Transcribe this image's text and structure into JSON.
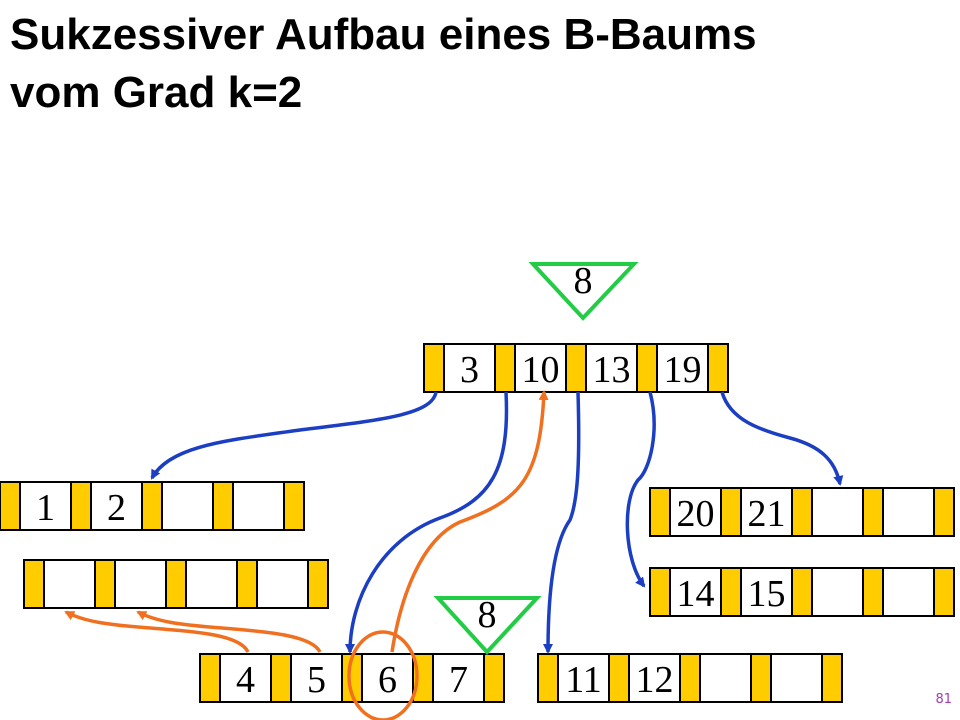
{
  "title": {
    "line1": "Sukzessiver Aufbau eines B-Baums",
    "line2": "vom Grad k=2"
  },
  "page_number": "81",
  "colors": {
    "node_fill": "#ffffff",
    "node_border": "#000000",
    "pointer_slot": "#ffcc00",
    "pointer_arrow": "#1b3ec2",
    "split_arrow": "#f07020",
    "insert_triangle": "#22cc44",
    "highlight_circle": "#f07020",
    "page_number": "#a23bb8"
  },
  "insert_key_top": "8",
  "insert_key_bottom": "8",
  "nodes": {
    "root": [
      "3",
      "10",
      "13",
      "19"
    ],
    "leaf_1_2": [
      "1",
      "2",
      "",
      ""
    ],
    "leaf_empty": [
      "",
      "",
      "",
      ""
    ],
    "leaf_4_7": [
      "4",
      "5",
      "6",
      "7"
    ],
    "leaf_11_12": [
      "11",
      "12",
      "",
      ""
    ],
    "leaf_14_15": [
      "14",
      "15",
      "",
      ""
    ],
    "leaf_20_21": [
      "20",
      "21",
      "",
      ""
    ]
  },
  "highlighted_key": "6"
}
